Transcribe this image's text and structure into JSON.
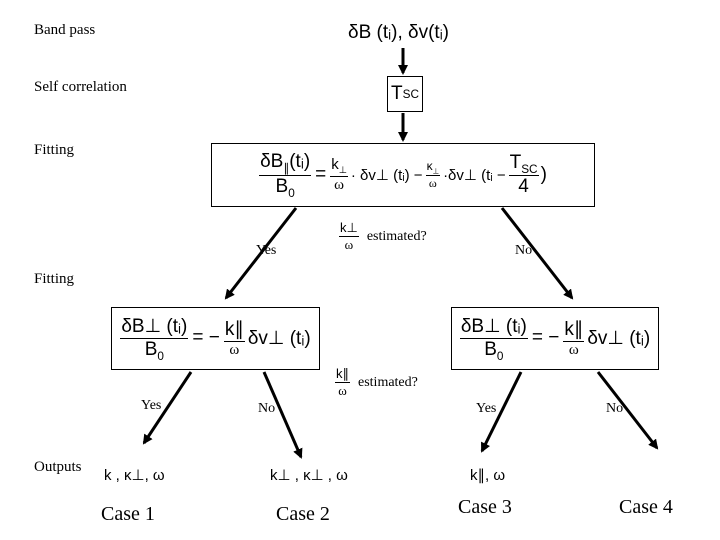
{
  "stages": {
    "band_pass": "Band pass",
    "self_correlation": "Self correlation",
    "fitting_1": "Fitting",
    "fitting_2": "Fitting",
    "outputs": "Outputs"
  },
  "top_input": "δB (tᵢ), δv(tᵢ)",
  "tsc_box": {
    "base": "T",
    "sub": "SC"
  },
  "eq1": {
    "lhs_num_base": "δB",
    "lhs_num_sub": "∥",
    "lhs_num_arg": "(tᵢ)",
    "lhs_den": "B",
    "lhs_den_sub": "0",
    "eq": "=",
    "t1_num": "k",
    "t1_num_sub": "⊥",
    "t1_den": "ω",
    "t1_rest": "· δv⊥ (tᵢ) −",
    "t2_num": "κ",
    "t2_num_sub": "⊥",
    "t2_den": "ω",
    "t2_rest": "·δv⊥ (tᵢ −",
    "t3_num": "T",
    "t3_num_sub": "SC",
    "t3_den": "4",
    "close": ")"
  },
  "q1": {
    "num": "k⊥",
    "den": "ω",
    "text": "estimated?"
  },
  "q2": {
    "num": "k∥",
    "den": "ω",
    "text": "estimated?"
  },
  "eq2": {
    "lhs_num": "δB⊥ (tᵢ)",
    "lhs_den": "B",
    "lhs_den_sub": "0",
    "mid": "= −",
    "k_num": "k∥",
    "k_den": "ω",
    "rest": "δv⊥ (tᵢ)"
  },
  "branches": {
    "yes_1": "Yes",
    "no_1": "No",
    "yes_2": "Yes",
    "no_2": "No",
    "yes_3": "Yes",
    "no_3": "No"
  },
  "outputs": {
    "case1": "k , κ⊥, ω",
    "case2": "k⊥ , κ⊥ , ω",
    "case3": "k∥, ω"
  },
  "cases": [
    "Case 1",
    "Case 2",
    "Case 3",
    "Case 4"
  ]
}
